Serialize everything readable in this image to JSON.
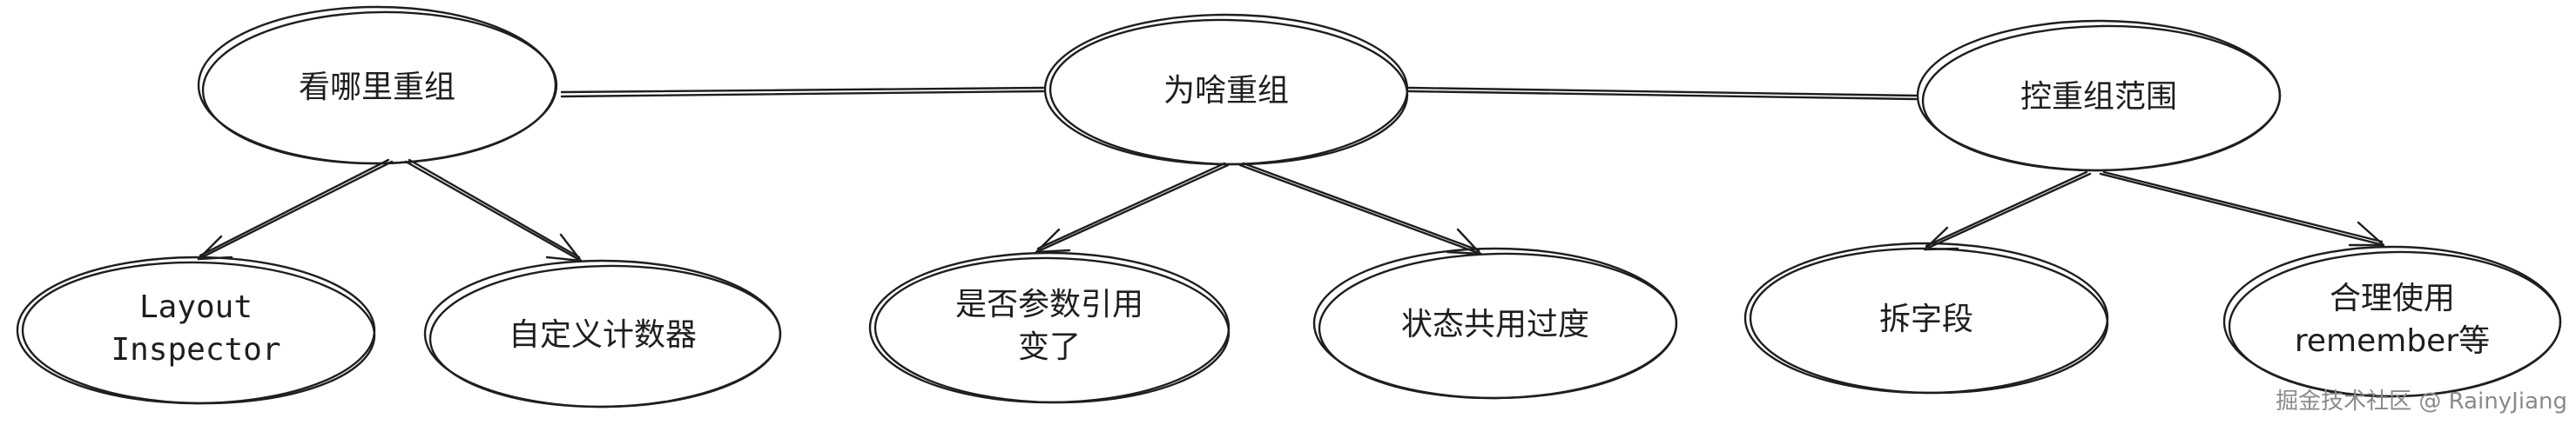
{
  "nodes": {
    "n1": {
      "lines": [
        "看哪里重组"
      ]
    },
    "n2": {
      "lines": [
        "为啥重组"
      ]
    },
    "n3": {
      "lines": [
        "控重组范围"
      ]
    },
    "n4": {
      "lines": [
        "Layout",
        "Inspector"
      ]
    },
    "n5": {
      "lines": [
        "自定义计数器"
      ]
    },
    "n6": {
      "lines": [
        "是否参数引用",
        "变了"
      ]
    },
    "n7": {
      "lines": [
        "状态共用过度"
      ]
    },
    "n8": {
      "lines": [
        "拆字段"
      ]
    },
    "n9": {
      "lines": [
        "合理使用",
        "remember等"
      ]
    }
  },
  "edges": [
    {
      "from": "看哪里重组",
      "to": "为啥重组",
      "type": "line"
    },
    {
      "from": "为啥重组",
      "to": "控重组范围",
      "type": "line"
    },
    {
      "from": "看哪里重组",
      "to": "Layout Inspector",
      "type": "arrow"
    },
    {
      "from": "看哪里重组",
      "to": "自定义计数器",
      "type": "arrow"
    },
    {
      "from": "为啥重组",
      "to": "是否参数引用变了",
      "type": "arrow"
    },
    {
      "from": "为啥重组",
      "to": "状态共用过度",
      "type": "arrow"
    },
    {
      "from": "控重组范围",
      "to": "拆字段",
      "type": "arrow"
    },
    {
      "from": "控重组范围",
      "to": "合理使用remember等",
      "type": "arrow"
    }
  ],
  "watermark": "掘金技术社区 @ RainyJiang"
}
